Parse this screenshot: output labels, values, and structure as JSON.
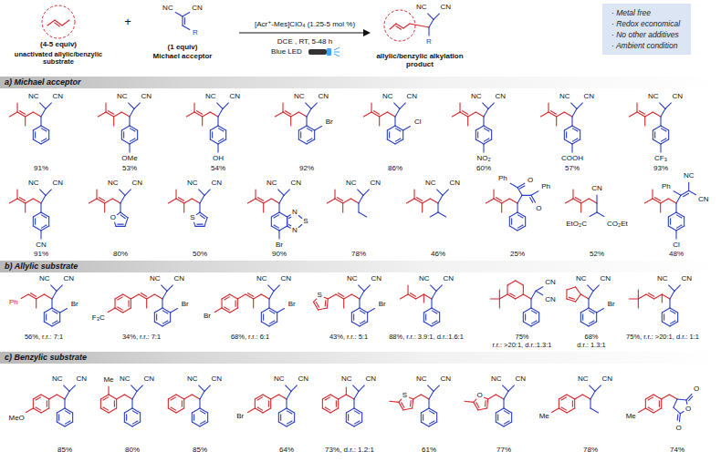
{
  "diagram": {
    "nodes": [
      {
        "text": [
          "· Metal free",
          "· Redox economical",
          "· No other additives",
          "· Ambient condition"
        ]
      },
      {
        "text": [
          "a) Michael acceptor"
        ]
      },
      {
        "text": [
          "b) Allylic substrate"
        ]
      },
      {
        "text": [
          "c) Benzylic substrate"
        ]
      }
    ],
    "labels": [
      "(4-5 equiv)",
      "unactivated allylic/benzylic substrate",
      "+",
      "NC",
      "CN",
      "R",
      "(1 equiv)",
      "Michael acceptor",
      "[Acr⁺-Mes]ClO₄ (1.25-5 mol %)",
      "DCE , RT, 5-48 h",
      "Blue LED",
      "NC",
      "CN",
      "R",
      "allylic/benzylic alkylation product",
      "NC",
      "CN",
      "91%",
      "NC",
      "CN",
      "OMe",
      "53%",
      "NC",
      "CN",
      "OH",
      "54%",
      "NC",
      "CN",
      "Br",
      "92%",
      "NC",
      "CN",
      "Cl",
      "86%",
      "NC",
      "CN",
      "NO₂",
      "60%",
      "NC",
      "CN",
      "COOH",
      "57%",
      "NC",
      "CN",
      "CF₃",
      "93%",
      "NC",
      "CN",
      "CN",
      "91%",
      "NC",
      "CN",
      "O",
      "80%",
      "NC",
      "CN",
      "S",
      "50%",
      "NC",
      "CN",
      "N",
      "S",
      "N",
      "Br",
      "90%",
      "NC",
      "CN",
      "78%",
      "NC",
      "CN",
      "46%",
      "Ph",
      "O",
      "O",
      "Ph",
      "25%",
      "CN",
      "EtO₂C",
      "CO₂Et",
      "52%",
      "NC",
      "CN",
      "Ph",
      "Cl",
      "48%",
      "Ph",
      "NC",
      "CN",
      "Br",
      "56%, r.r.: 7:1",
      "F₃C",
      "NC",
      "CN",
      "Br",
      "34%, r.r.: 7:1",
      "Br",
      "NC",
      "CN",
      "Br",
      "68%, r.r.: 6:1",
      "S",
      "NC",
      "CN",
      "Br",
      "43%, r.r.: 5:1",
      "NC",
      "CN",
      "88%, r.r.: 3.9:1, d.r.:1.6:1",
      "CN",
      "CN",
      "75%",
      "r.r.: >20:1, d.r.:1.3:1",
      "NC",
      "CN",
      "Br",
      "68%",
      "d.r.: 1.3:1",
      "NC",
      "CN",
      "75%, r.r.: >20:1, d.r.: 1:1",
      "NC",
      "CN",
      "MeO",
      "85%",
      "NC",
      "CN",
      "Me",
      "80%",
      "NC",
      "CN",
      "85%",
      "NC",
      "CN",
      "Br",
      "64%",
      "NC",
      "CN",
      "73%, d.r.: 1.2:1",
      "NC",
      "CN",
      "S",
      "61%",
      "NC",
      "CN",
      "O",
      "77%",
      "NC",
      "CN",
      "Me",
      "78%",
      "O",
      "O",
      "O",
      "Me",
      "74%"
    ]
  }
}
